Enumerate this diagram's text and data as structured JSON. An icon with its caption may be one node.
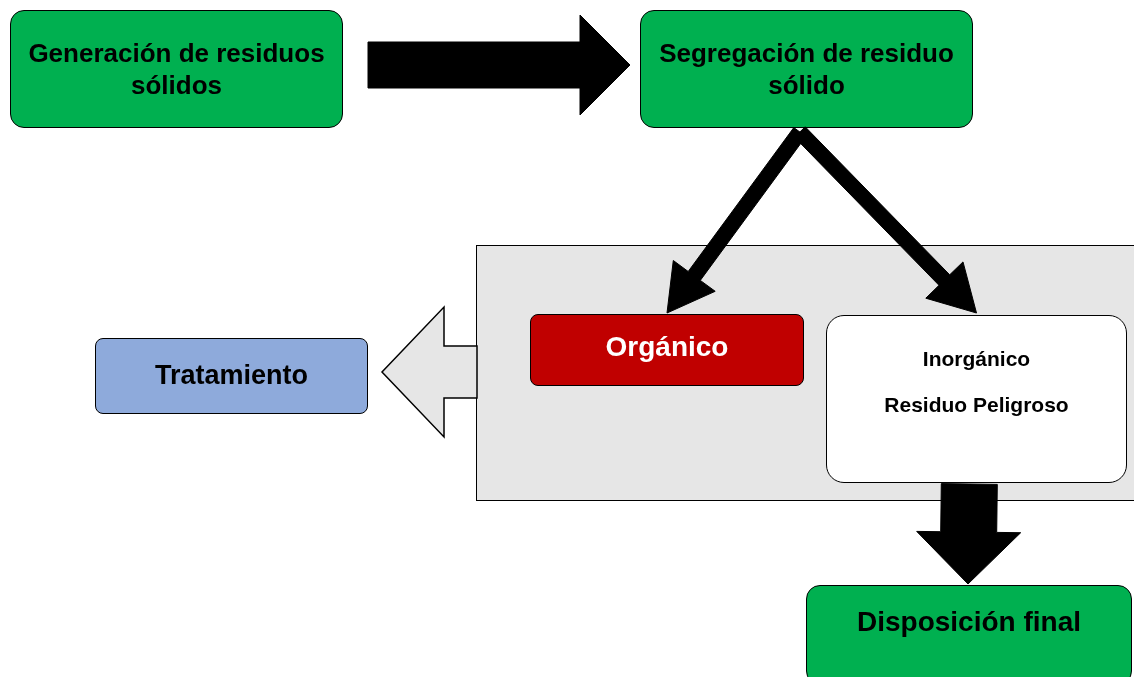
{
  "diagram": {
    "nodes": [
      {
        "text": [
          "Generación de residuos sólidos"
        ]
      },
      {
        "text": [
          "Segregación de residuo sólido"
        ]
      },
      {
        "text": [],
        "shape": "box"
      },
      {
        "text": [
          "Orgánico"
        ],
        "in": 2
      },
      {
        "text": [
          "Inorgánico",
          "Residuo Peligroso"
        ],
        "in": 2
      },
      {
        "text": [
          "Tratamiento"
        ]
      },
      {
        "text": [
          "Disposición final"
        ]
      }
    ],
    "edges": [
      {
        "from": 0,
        "to": 1,
        "arrow": "to",
        "style": "thick"
      },
      {
        "from": 1,
        "to": 3,
        "arrow": "to",
        "style": "thick"
      },
      {
        "from": 1,
        "to": 4,
        "arrow": "to",
        "style": "thick"
      },
      {
        "from": 2,
        "to": 5,
        "arrow": "to",
        "style": "thick",
        "color": "#e6e6e6"
      },
      {
        "from": 4,
        "to": 6,
        "arrow": "to",
        "style": "thick"
      }
    ]
  }
}
